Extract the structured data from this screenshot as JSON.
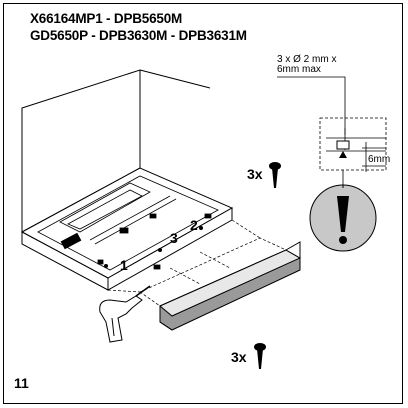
{
  "header": {
    "line1": "X66164MP1 - DPB5650M",
    "line2": "GD5650P - DPB3630M - DPB3631M"
  },
  "screw_spec": {
    "line1": "3 x Ø 2 mm x",
    "line2": "6mm max"
  },
  "detail": {
    "dimension_label": "6mm",
    "warning_symbol": "!"
  },
  "screws": {
    "top_quantity": "3x",
    "bottom_quantity": "3x"
  },
  "steps": [
    "1",
    "2",
    "3"
  ],
  "page_number": "11",
  "colors": {
    "warning_circle": "#c8c8c8",
    "trim_strip": "#9a9a9a",
    "line": "#000000"
  }
}
